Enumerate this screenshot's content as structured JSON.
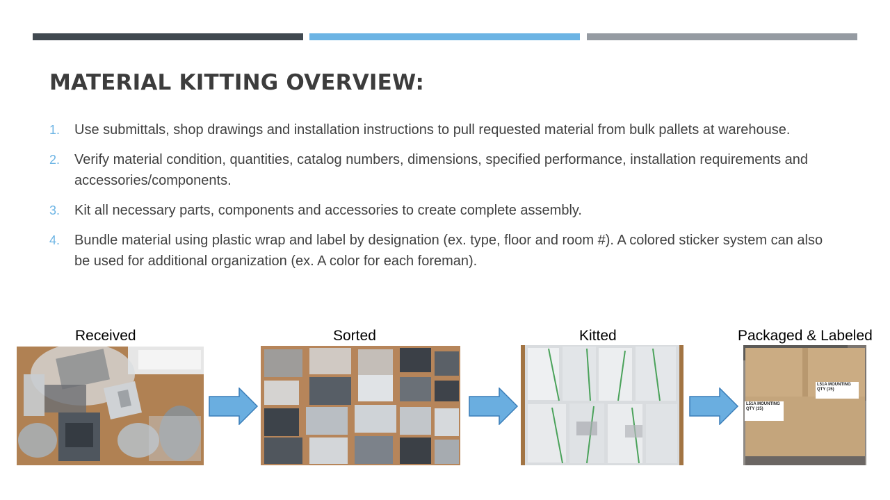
{
  "title": "MATERIAL KITTING OVERVIEW:",
  "steps": [
    {
      "num": "1.",
      "text": "Use submittals, shop drawings and installation instructions to pull requested material from bulk pallets at warehouse."
    },
    {
      "num": "2.",
      "text": "Verify material condition, quantities, catalog numbers, dimensions, specified performance, installation requirements and accessories/components."
    },
    {
      "num": "3.",
      "text": "Kit all necessary parts, components and accessories to create complete assembly."
    },
    {
      "num": "4.",
      "text": "Bundle material using plastic wrap and label by designation (ex. type, floor and room #). A colored sticker system can also be used for additional organization (ex. A color for each foreman)."
    }
  ],
  "stages": [
    {
      "label": "Received"
    },
    {
      "label": "Sorted"
    },
    {
      "label": "Kitted"
    },
    {
      "label": "Packaged & Labeled",
      "box_label_1": "L51A MOUNTING QTY (15)",
      "box_label_2": "L51A MOUNTING QTY (15)"
    }
  ],
  "colors": {
    "accent_dark": "#414950",
    "accent_blue": "#6cb4e4",
    "accent_gray": "#959ba2",
    "arrow_fill": "#6aaee0",
    "arrow_stroke": "#3a7db8"
  }
}
